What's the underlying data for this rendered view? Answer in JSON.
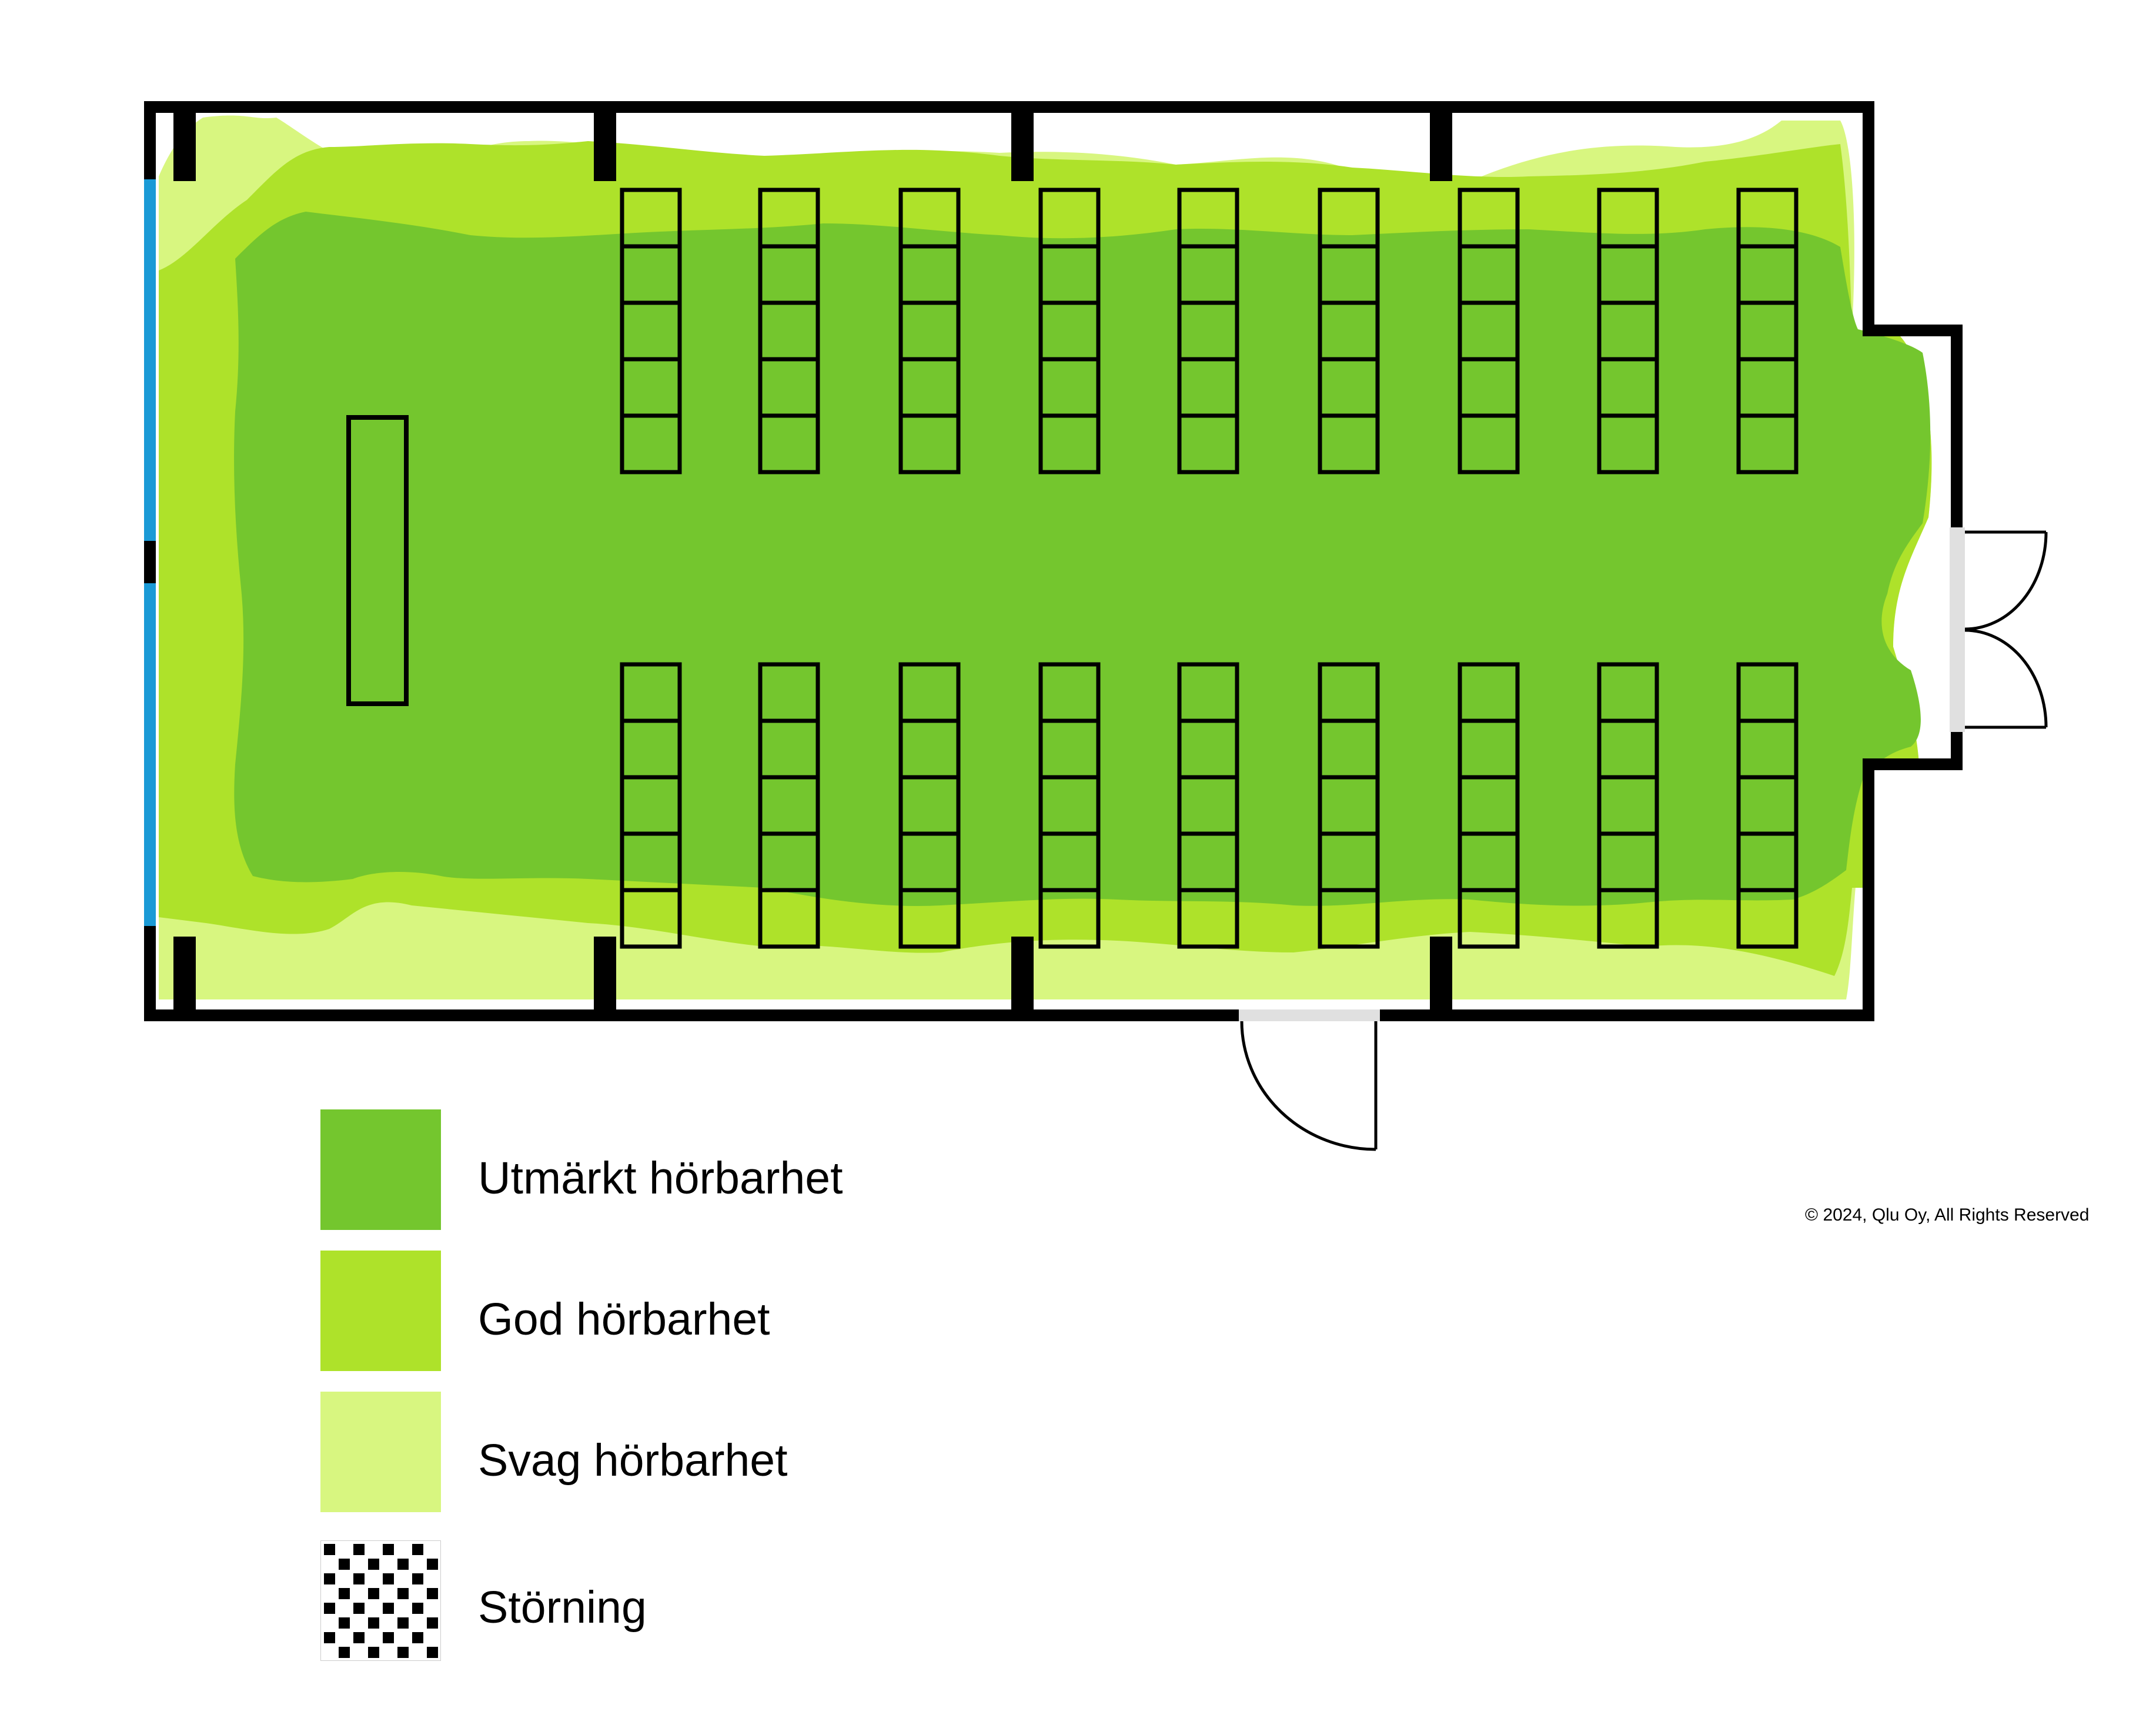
{
  "colors": {
    "excellent": "#74c62e",
    "good": "#aee22a",
    "weak": "#d8f680",
    "wall": "#000000",
    "window": "#1a9ad6",
    "door_opening": "#e0e0e0"
  },
  "legend": [
    {
      "label": "Utmärkt hörbarhet",
      "color": "#74c62e",
      "pattern": "solid"
    },
    {
      "label": "God hörbarhet",
      "color": "#aee22a",
      "pattern": "solid"
    },
    {
      "label": "Svag hörbarhet",
      "color": "#d8f680",
      "pattern": "solid"
    },
    {
      "label": "Störning",
      "color": "#000000",
      "pattern": "checker"
    }
  ],
  "copyright": "© 2024, Qlu Oy, All Rights Reserved"
}
